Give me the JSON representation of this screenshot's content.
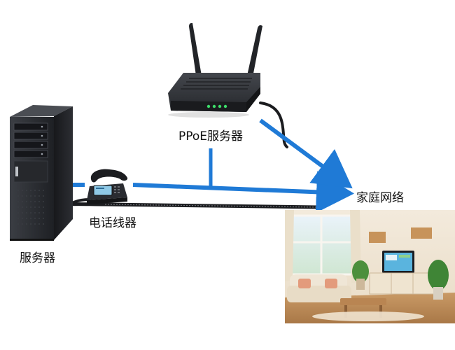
{
  "labels": {
    "router": "PPoE服务器",
    "server": "服务器",
    "phone": "电话线器",
    "home": "家庭网络"
  },
  "colors": {
    "arrow": "#1f7ad6",
    "device_dark": "#2a2c31",
    "cable": "#1b1c1f",
    "led": "#3ddc6a"
  },
  "icons": [
    "router-icon",
    "server-tower-icon",
    "telephone-icon",
    "living-room-image"
  ]
}
